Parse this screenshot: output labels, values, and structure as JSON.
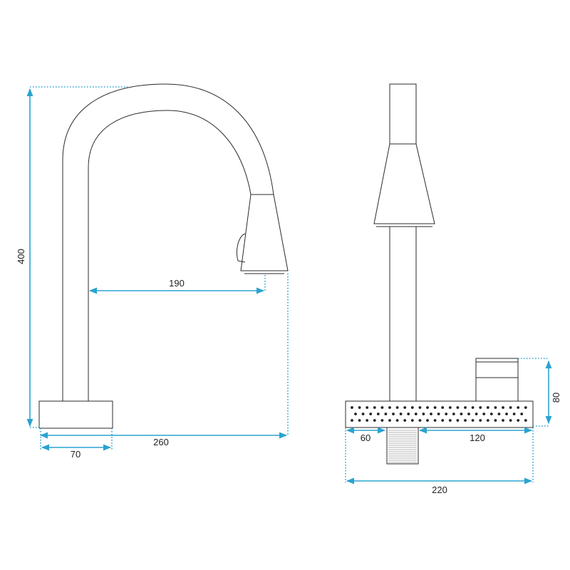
{
  "colors": {
    "dimension": "#2aa3cf",
    "outline": "#2b2b2b",
    "background": "#ffffff"
  },
  "labels": {
    "height_total": "400",
    "spout_reach": "190",
    "total_depth": "260",
    "base_depth": "70",
    "handle_height": "80",
    "base_left_offset": "60",
    "base_right_offset": "120",
    "base_width": "220"
  }
}
